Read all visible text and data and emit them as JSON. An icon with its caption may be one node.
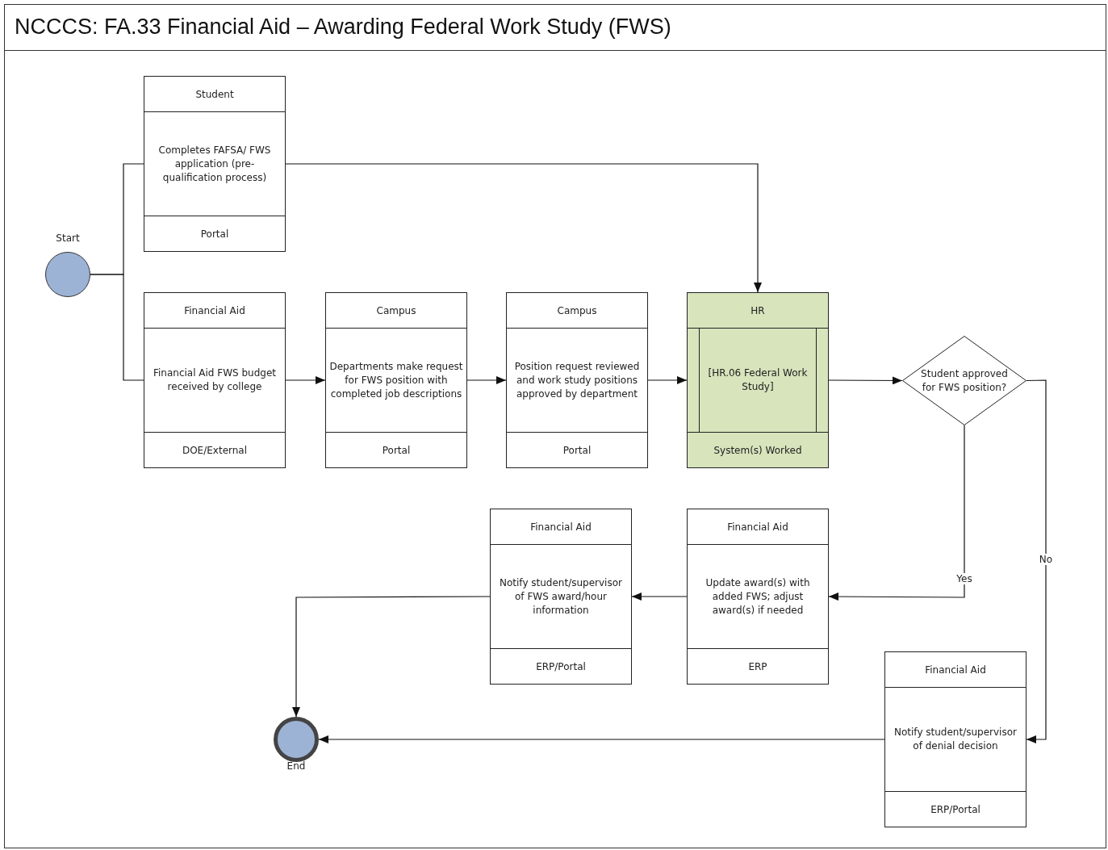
{
  "diagram": {
    "title": "NCCCS: FA.33 Financial Aid – Awarding Federal Work Study (FWS)",
    "nodes": [
      {
        "text": [],
        "shape": "circle",
        "beside": [
          "Start"
        ]
      },
      {
        "text": [
          "Student",
          "Completes FAFSA/ FWS application (pre-qualification process)",
          "Portal"
        ]
      },
      {
        "text": [
          "Financial Aid",
          "Financial Aid FWS budget received by college",
          "DOE/External"
        ]
      },
      {
        "text": [
          "Campus",
          "Departments make request for FWS position with completed job descriptions",
          "Portal"
        ]
      },
      {
        "text": [
          "Campus",
          "Position request reviewed and work study positions approved by department",
          "Portal"
        ]
      },
      {
        "text": [
          "HR",
          "[HR.06 Federal Work Study]",
          "System(s) Worked"
        ]
      },
      {
        "text": [
          "Student approved for FWS position?"
        ]
      },
      {
        "text": [
          "Financial Aid",
          "Update award(s) with added FWS; adjust award(s) if needed",
          "ERP"
        ]
      },
      {
        "text": [
          "Financial Aid",
          "Notify student/supervisor of FWS award/hour information",
          "ERP/Portal"
        ]
      },
      {
        "text": [
          "Financial Aid",
          "Notify student/supervisor of denial decision",
          "ERP/Portal"
        ]
      },
      {
        "text": [],
        "shape": "circle",
        "beside": [
          "End"
        ]
      }
    ],
    "edges": [
      {
        "from": 0,
        "to": 1,
        "arrow": "none"
      },
      {
        "from": 0,
        "to": 2,
        "arrow": "none"
      },
      {
        "from": 1,
        "to": 5,
        "arrow": "to"
      },
      {
        "from": 2,
        "to": 3,
        "arrow": "to"
      },
      {
        "from": 3,
        "to": 4,
        "arrow": "to"
      },
      {
        "from": 4,
        "to": 5,
        "arrow": "to"
      },
      {
        "from": 5,
        "to": 6,
        "arrow": "to"
      },
      {
        "from": 6,
        "to": 7,
        "arrow": "to",
        "label": "Yes"
      },
      {
        "from": 6,
        "to": 9,
        "arrow": "to",
        "label": "No"
      },
      {
        "from": 7,
        "to": 8,
        "arrow": "to"
      },
      {
        "from": 8,
        "to": 10,
        "arrow": "to"
      },
      {
        "from": 9,
        "to": 10,
        "arrow": "to"
      }
    ]
  }
}
